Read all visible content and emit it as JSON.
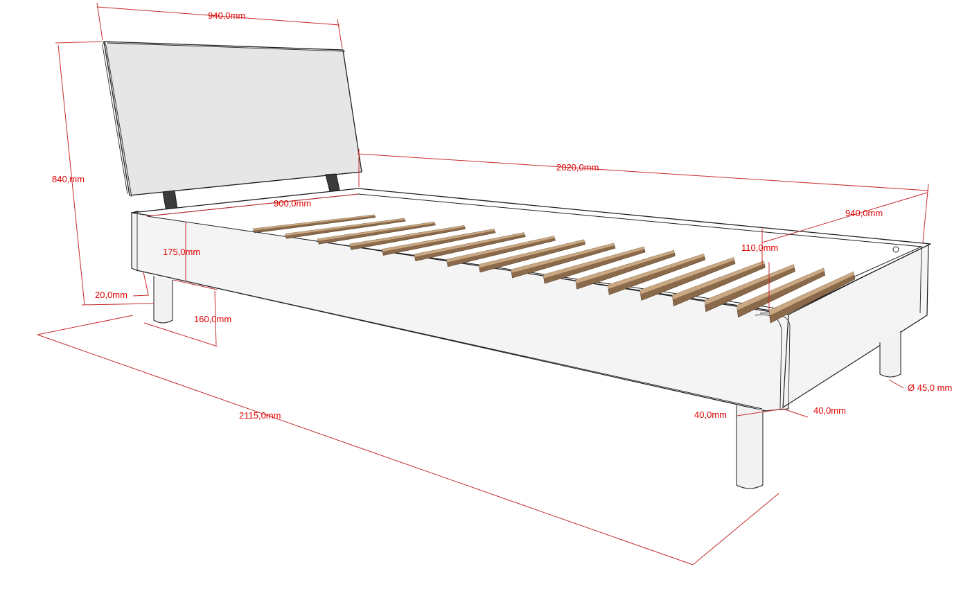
{
  "diagram": {
    "colors": {
      "dimension": "#e00000",
      "dimension_line": "#c62a2a",
      "outline": "#1e1e1e",
      "headboard": "#e6e6e6",
      "slat": "#8a6a4a",
      "slat_light": "#c9a883",
      "bracket": "#3b3b3b"
    },
    "dimensions": {
      "headboard_width": "940,0mm",
      "headboard_height": "840,mm",
      "inner_length": "2020,0mm",
      "inner_width_head": "900,0mm",
      "outer_width_foot": "940,0mm",
      "frame_height": "175,0mm",
      "slat_depth": "110,0mm",
      "leg_inset": "20,0mm",
      "leg_height": "160,0mm",
      "total_length": "2115,0mm",
      "leg_offset_front": "40,0mm",
      "leg_offset_side": "40,0mm",
      "leg_diameter": "Ø 45,0 mm"
    }
  }
}
